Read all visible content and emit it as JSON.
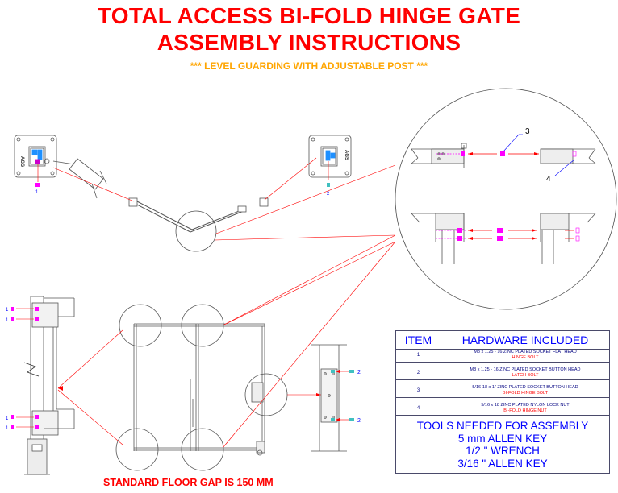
{
  "title_line1": "TOTAL ACCESS BI-FOLD HINGE GATE",
  "title_line2": "ASSEMBLY INSTRUCTIONS",
  "subtitle": "*** LEVEL GUARDING WITH ADJUSTABLE POST ***",
  "floor_gap": "STANDARD FLOOR GAP IS 150 MM",
  "callouts": {
    "detail_3": "3",
    "detail_4": "4",
    "left_post_1": "1",
    "right_post_2": "2",
    "side_1a": "1",
    "side_1b": "1",
    "side_1c": "1",
    "side_1d": "1",
    "right_side_2a": "2",
    "right_side_2b": "2"
  },
  "post_label_left": "AGS",
  "post_label_right": "AGS",
  "hardware": {
    "col_item": "ITEM",
    "col_hardware": "HARDWARE INCLUDED",
    "rows": [
      {
        "item": "1",
        "desc": "M8 x 1.25 - 16 ZINC PLATED SOCKET FLAT HEAD",
        "sub": "HINGE BOLT"
      },
      {
        "item": "2",
        "desc": "M8 x 1.25 - 16 ZINC PLATED SOCKET BUTTON HEAD",
        "sub": "LATCH BOLT"
      },
      {
        "item": "3",
        "desc": "5/16-18 x 1\" ZINC PLATED SOCKET BUTTON HEAD",
        "sub": "BI-FOLD HINGE BOLT"
      },
      {
        "item": "4",
        "desc": "5/16 x 18 ZINC PLATED NYLON LOCK NUT",
        "sub": "BI-FOLD HINGE NUT"
      }
    ]
  },
  "tools": {
    "heading": "TOOLS NEEDED FOR ASSEMBLY",
    "items": [
      "5 mm ALLEN KEY",
      "1/2 \" WRENCH",
      "3/16 \" ALLEN KEY"
    ]
  },
  "colors": {
    "title": "#ff0000",
    "subtitle": "#ffa500",
    "table_text": "#0000ff",
    "leader_line": "#ff0000",
    "bolt": "#ff00ff",
    "detail_line": "#404040"
  }
}
